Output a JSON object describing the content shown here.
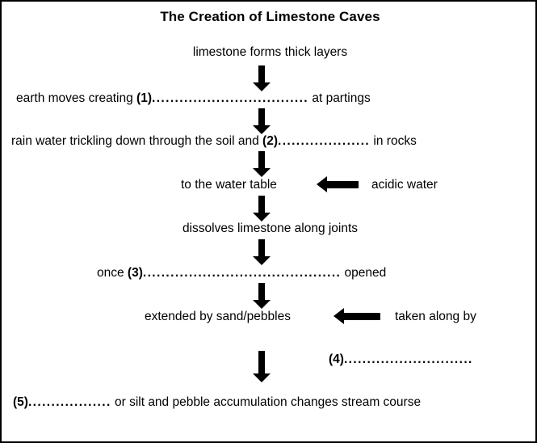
{
  "diagram": {
    "title": "The Creation of Limestone Caves",
    "type": "flowchart",
    "border_color": "#000000",
    "background_color": "#ffffff",
    "text_color": "#000000"
  },
  "steps": {
    "step1": {
      "text": "limestone forms thick layers"
    },
    "step2": {
      "prefix": "earth moves creating ",
      "blank_number": "(1)",
      "dots": "..................................",
      "suffix": " at partings"
    },
    "step3": {
      "prefix": "rain water trickling down through the soil and ",
      "blank_number": "(2)",
      "dots": "....................",
      "suffix": " in rocks"
    },
    "step4": {
      "text": "to the water table",
      "side_label": "acidic water"
    },
    "step5": {
      "text": "dissolves limestone along joints"
    },
    "step6": {
      "prefix": "once ",
      "blank_number": "(3)",
      "dots": "...........................................",
      "suffix": " opened"
    },
    "step7": {
      "text": "extended by sand/pebbles",
      "side_label": "taken along by"
    },
    "step8": {
      "blank_number": "(4)",
      "dots": "............................"
    },
    "step9": {
      "blank_number": "(5)",
      "dots": "..................",
      "suffix": " or silt and pebble accumulation  changes stream course"
    }
  },
  "arrows": {
    "down_1": "down-arrow",
    "down_2": "down-arrow",
    "down_3": "down-arrow",
    "down_4": "down-arrow",
    "down_5": "down-arrow",
    "down_6": "down-arrow",
    "down_7": "down-arrow",
    "left_acidic_water": "left-arrow",
    "left_taken_along_by": "left-arrow"
  }
}
